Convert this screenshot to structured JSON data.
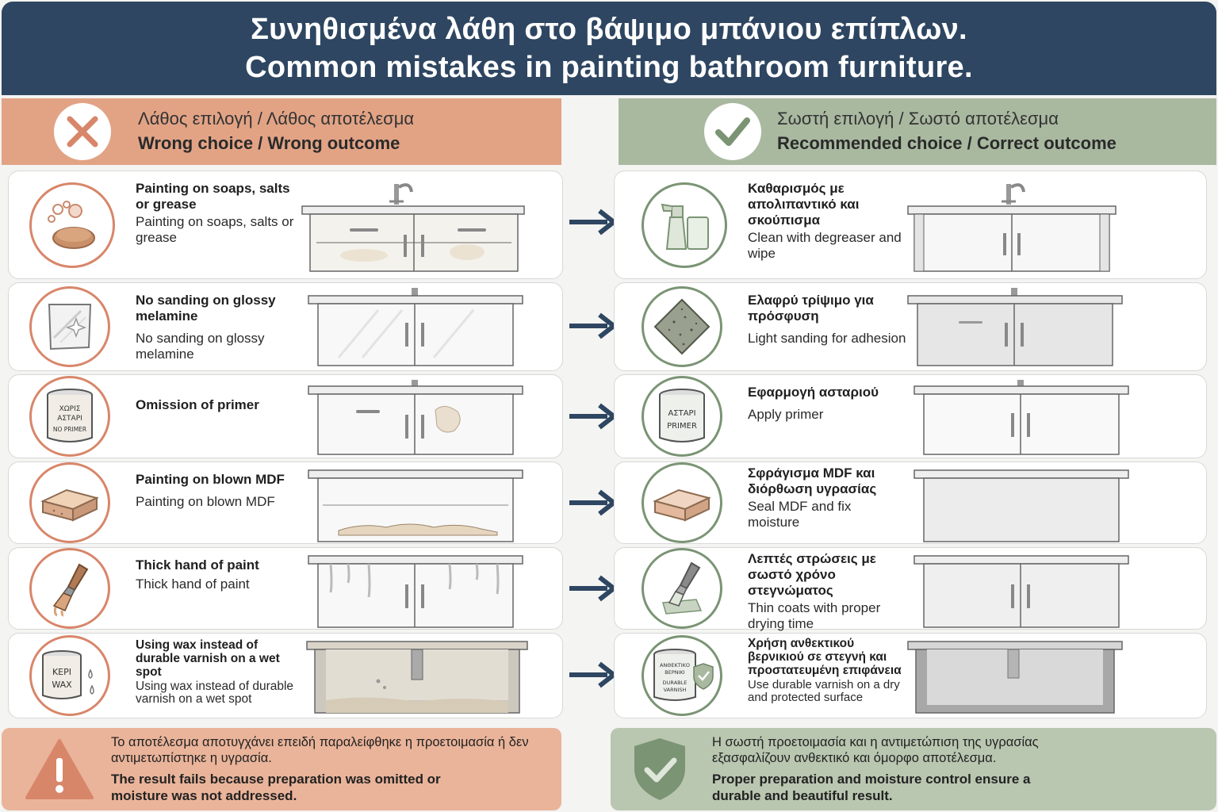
{
  "header": {
    "title_gr": "Συνηθισμένα λάθη στο βάψιμο μπάνιου επίπλων.",
    "title_en": "Common mistakes in painting bathroom furniture."
  },
  "wrong_column": {
    "heading_gr": "Λάθος επιλογή / Λάθος αποτέλεσμα",
    "heading_en": "Wrong choice / Wrong outcome",
    "icon": "cross-icon",
    "accent": "#d8866a"
  },
  "right_column": {
    "heading_gr": "Σωστή επιλογή / Σωστό αποτέλεσμα",
    "heading_en": "Recommended choice / Correct outcome",
    "icon": "checkmark-icon",
    "accent": "#7a9474"
  },
  "rows": [
    {
      "wrong": {
        "label_bold": "Painting on soaps, salts or grease",
        "label": "Painting on soaps, salts or grease",
        "icon": "soap-icon"
      },
      "right": {
        "label_bold": "Καθαρισμός με απολιπαντικό και σκούπισμα",
        "label": "Clean with degreaser and wipe",
        "icon": "spray-bottle-icon"
      }
    },
    {
      "wrong": {
        "label_bold": "No sanding on glossy melamine",
        "label": "No sanding on glossy melamine",
        "icon": "glossy-panel-icon"
      },
      "right": {
        "label_bold": "Ελαφρύ τρίψιμο για πρόσφυση",
        "label": "Light sanding for adhesion",
        "icon": "sandpaper-icon"
      }
    },
    {
      "wrong": {
        "label_bold": "Omission of primer",
        "label": "",
        "icon": "paint-can-icon",
        "can_lines": [
          "ΧΩΡΙΣ",
          "ΑΣΤΑΡΙ",
          "NO PRIMER"
        ]
      },
      "right": {
        "label_bold": "Εφαρμογή ασταριού",
        "label": "Apply primer",
        "icon": "primer-can-icon",
        "can_lines": [
          "ΑΣΤΑΡΙ",
          "PRIMER"
        ]
      }
    },
    {
      "wrong": {
        "label_bold": "Painting on blown MDF",
        "label": "Painting on blown MDF",
        "icon": "mdf-board-icon"
      },
      "right": {
        "label_bold": "Σφράγισμα MDF και διόρθωση υγρασίας",
        "label": "Seal MDF and fix moisture",
        "icon": "mdf-board-icon"
      }
    },
    {
      "wrong": {
        "label_bold": "Thick hand of paint",
        "label": "Thick hand of paint",
        "icon": "brush-icon"
      },
      "right": {
        "label_bold": "Λεπτές στρώσεις με σωστό χρόνο στεγνώματος",
        "label": "Thin coats with proper drying time",
        "icon": "brush-icon"
      }
    },
    {
      "wrong": {
        "label_bold": "Using wax instead of durable varnish on a wet spot",
        "label": "Using wax instead of durable varnish on a wet spot",
        "icon": "wax-can-icon",
        "can_lines": [
          "ΚΕΡΙ",
          "WAX"
        ]
      },
      "right": {
        "label_bold": "Χρήση ανθεκτικού βερνικιού σε στεγνή και προστατευμένη επιφάνεια",
        "label": "Use durable varnish on a dry and protected surface",
        "icon": "varnish-can-icon",
        "can_lines": [
          "ΑΝΘΕΚΤΙΚΟ",
          "ΒΕΡΝΙΚΙ",
          "DURABLE",
          "VARNISH"
        ]
      }
    }
  ],
  "footer": {
    "wrong": {
      "icon": "warning-triangle-icon",
      "text_gr": "Το αποτέλεσμα αποτυγχάνει επειδή παραλείφθηκε η προετοιμασία ή δεν αντιμετωπίστηκε η υγρασία.",
      "text_en": "The result fails because preparation was omitted or moisture was not addressed."
    },
    "right": {
      "icon": "shield-check-icon",
      "text_gr": "Η σωστή προετοιμασία και η αντιμετώπιση της υγρασίας εξασφαλίζουν ανθεκτικό και όμορφο αποτέλεσμα.",
      "text_en": "Proper preparation and moisture control ensure a durable and beautiful result."
    }
  },
  "colors": {
    "header": "#2e4661",
    "arrow": "#2e4661",
    "wrong_bg": "#e2a385",
    "right_bg": "#a9b9a0"
  }
}
